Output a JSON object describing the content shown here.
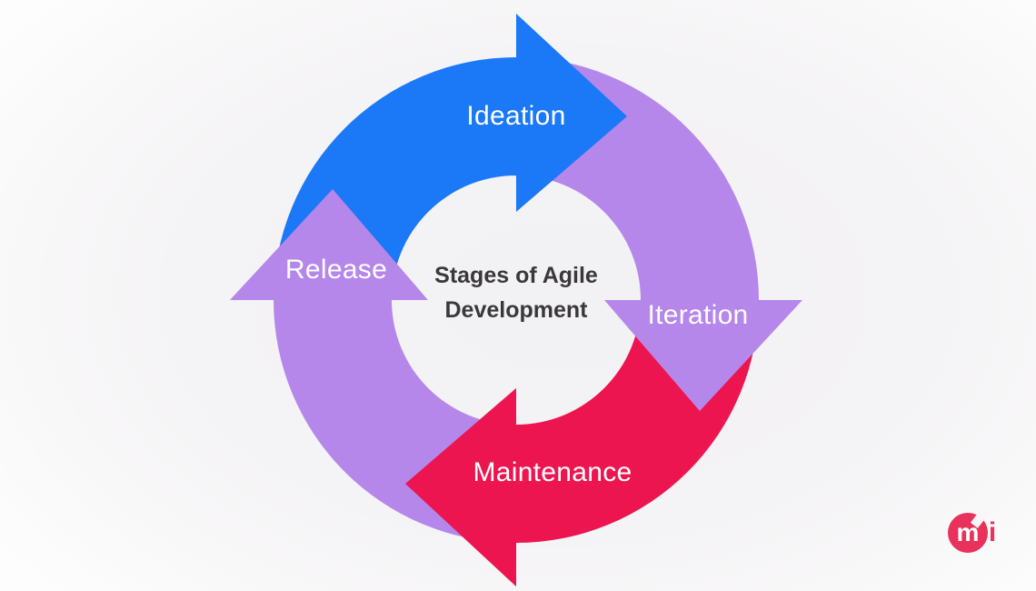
{
  "diagram": {
    "title_line1": "Stages of Agile",
    "title_line2": "Development",
    "title_color": "#3a383b",
    "label_color": "#ffffff",
    "stages": [
      {
        "label": "Ideation",
        "color": "#1b78f7",
        "position": "top",
        "arrow_direction": "clockwise-east"
      },
      {
        "label": "Iteration",
        "color": "#b587ea",
        "position": "right",
        "arrow_direction": "clockwise-south"
      },
      {
        "label": "Maintenance",
        "color": "#ed1550",
        "position": "bottom",
        "arrow_direction": "clockwise-west"
      },
      {
        "label": "Release",
        "color": "#b587ea",
        "position": "left",
        "arrow_direction": "clockwise-north"
      }
    ]
  },
  "logo": {
    "letter_m": "m",
    "letter_i": "i",
    "color": "#e8325c"
  }
}
